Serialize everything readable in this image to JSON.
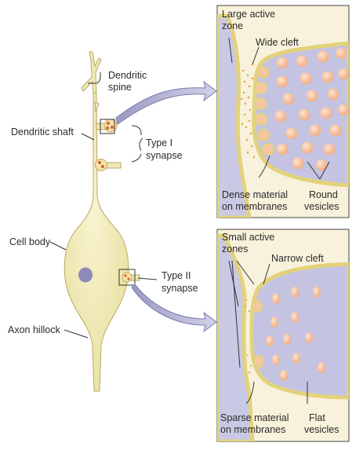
{
  "labels": {
    "dendritic_spine": [
      "Dendritic",
      "spine"
    ],
    "dendritic_shaft": "Dendritic shaft",
    "type1_synapse": [
      "Type I",
      "synapse"
    ],
    "cell_body": "Cell body",
    "type2_synapse": [
      "Type II",
      "synapse"
    ],
    "axon_hillock": "Axon hillock",
    "large_active_zone": [
      "Large active",
      "zone"
    ],
    "wide_cleft": "Wide cleft",
    "dense_material": [
      "Dense material",
      "on membranes"
    ],
    "round_vesicles": [
      "Round",
      "vesicles"
    ],
    "small_active_zones": [
      "Small active",
      "zones"
    ],
    "narrow_cleft": "Narrow cleft",
    "sparse_material": [
      "Sparse material",
      "on membranes"
    ],
    "flat_vesicles": [
      "Flat",
      "vesicles"
    ]
  },
  "colors": {
    "neuron_fill": "#efe9b4",
    "neuron_stroke": "#b7ab62",
    "nucleus": "#8e8ab8",
    "panel_background": "#f8f2dc",
    "postsynaptic_fill": "#c9c9e6",
    "presynaptic_fill": "#c4c4e2",
    "membrane": "#e3d27c",
    "round_vesicle": "#f6c6a2",
    "flat_vesicle": "#f7c8a8",
    "active_zone_dots": "#e2a326",
    "spine_vesicle": "#d2613a",
    "arrow_fill": "#b8b8d6",
    "frame": "#444444"
  }
}
